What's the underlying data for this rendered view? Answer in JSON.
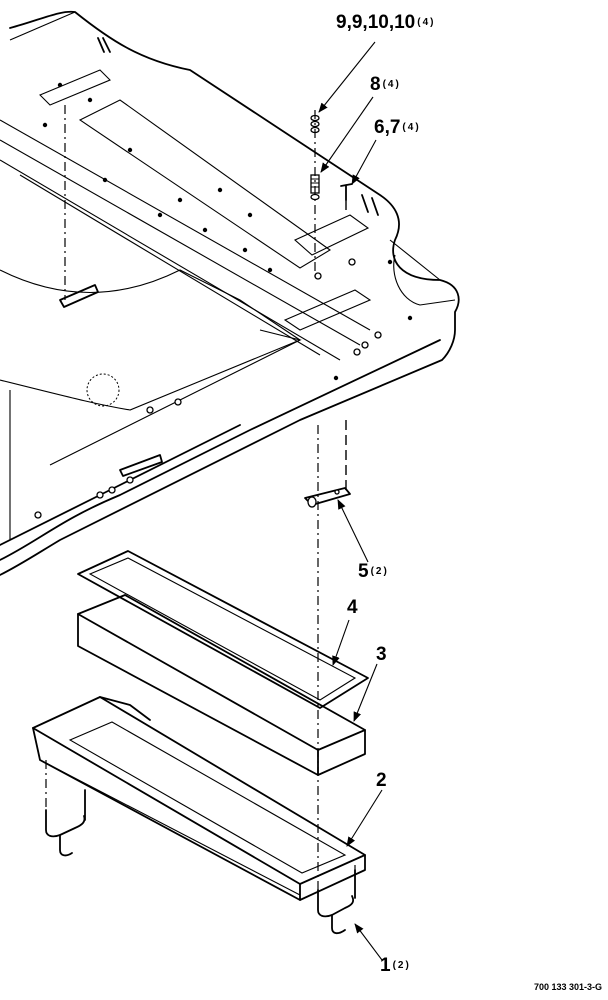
{
  "callouts": {
    "c9": {
      "number": "9,9,10,10",
      "qty": "(4)"
    },
    "c8": {
      "number": "8",
      "qty": "(4)"
    },
    "c67": {
      "number": "6,7",
      "qty": "(4)"
    },
    "c5": {
      "number": "5",
      "qty": "(2)"
    },
    "c4": {
      "number": "4",
      "qty": ""
    },
    "c3": {
      "number": "3",
      "qty": ""
    },
    "c2": {
      "number": "2",
      "qty": ""
    },
    "c1": {
      "number": "1",
      "qty": "(2)"
    }
  },
  "figure_number": "700 133 301-3-G"
}
